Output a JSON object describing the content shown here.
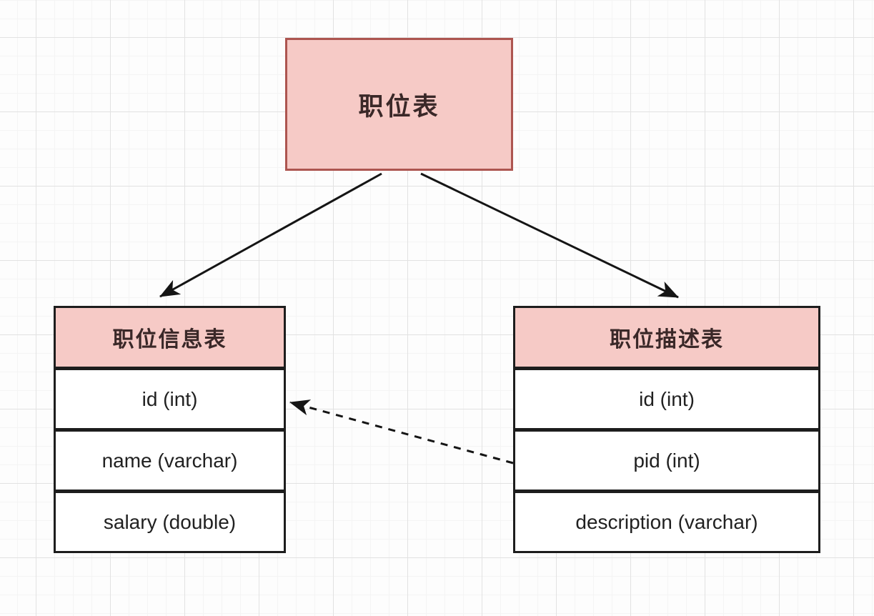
{
  "diagram": {
    "title_box": {
      "label": "职位表"
    },
    "tables": [
      {
        "name": "职位信息表",
        "fields": [
          "id (int)",
          "name (varchar)",
          "salary (double)"
        ]
      },
      {
        "name": "职位描述表",
        "fields": [
          "id (int)",
          "pid (int)",
          "description (varchar)"
        ]
      }
    ],
    "relationships": [
      {
        "from": "职位表",
        "to": "职位信息表",
        "style": "solid-arrow"
      },
      {
        "from": "职位表",
        "to": "职位描述表",
        "style": "solid-arrow"
      },
      {
        "from": "职位描述表.pid",
        "to": "职位信息表.id",
        "style": "dashed-arrow"
      }
    ],
    "colors": {
      "box_fill": "#f6cac6",
      "box_border": "#ad5550",
      "table_header_fill": "#f6cac6",
      "table_border": "#1d1d1d",
      "arrow": "#151515",
      "grid_major": "#e2e2e2",
      "grid_minor": "#f4f4f4"
    }
  }
}
